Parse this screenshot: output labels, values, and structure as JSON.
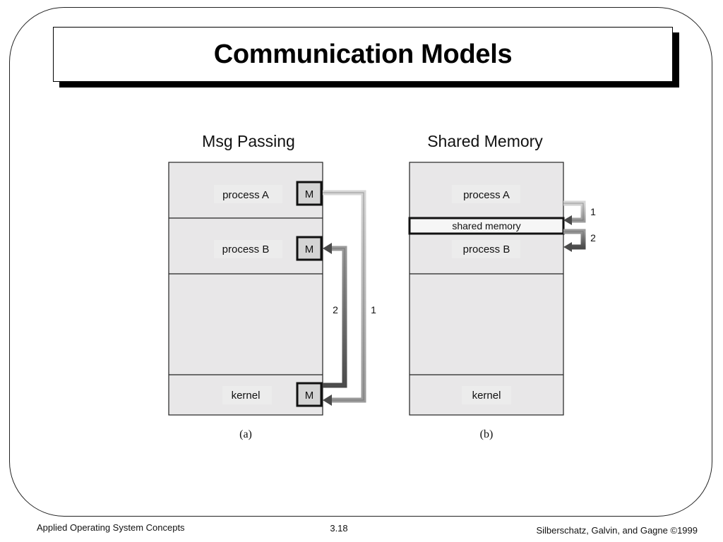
{
  "slide": {
    "title": "Communication Models"
  },
  "diagram_a": {
    "heading": "Msg Passing",
    "figure_label": "(a)",
    "process_a": "process A",
    "process_b": "process B",
    "kernel": "kernel",
    "message_box": "M",
    "arrow_1": "1",
    "arrow_2": "2"
  },
  "diagram_b": {
    "heading": "Shared Memory",
    "figure_label": "(b)",
    "process_a": "process A",
    "shared_memory": "shared memory",
    "process_b": "process B",
    "kernel": "kernel",
    "arrow_1": "1",
    "arrow_2": "2"
  },
  "footer": {
    "left": "Applied Operating System Concepts",
    "center": "3.18",
    "right": "Silberschatz, Galvin, and Gagne ©1999"
  }
}
